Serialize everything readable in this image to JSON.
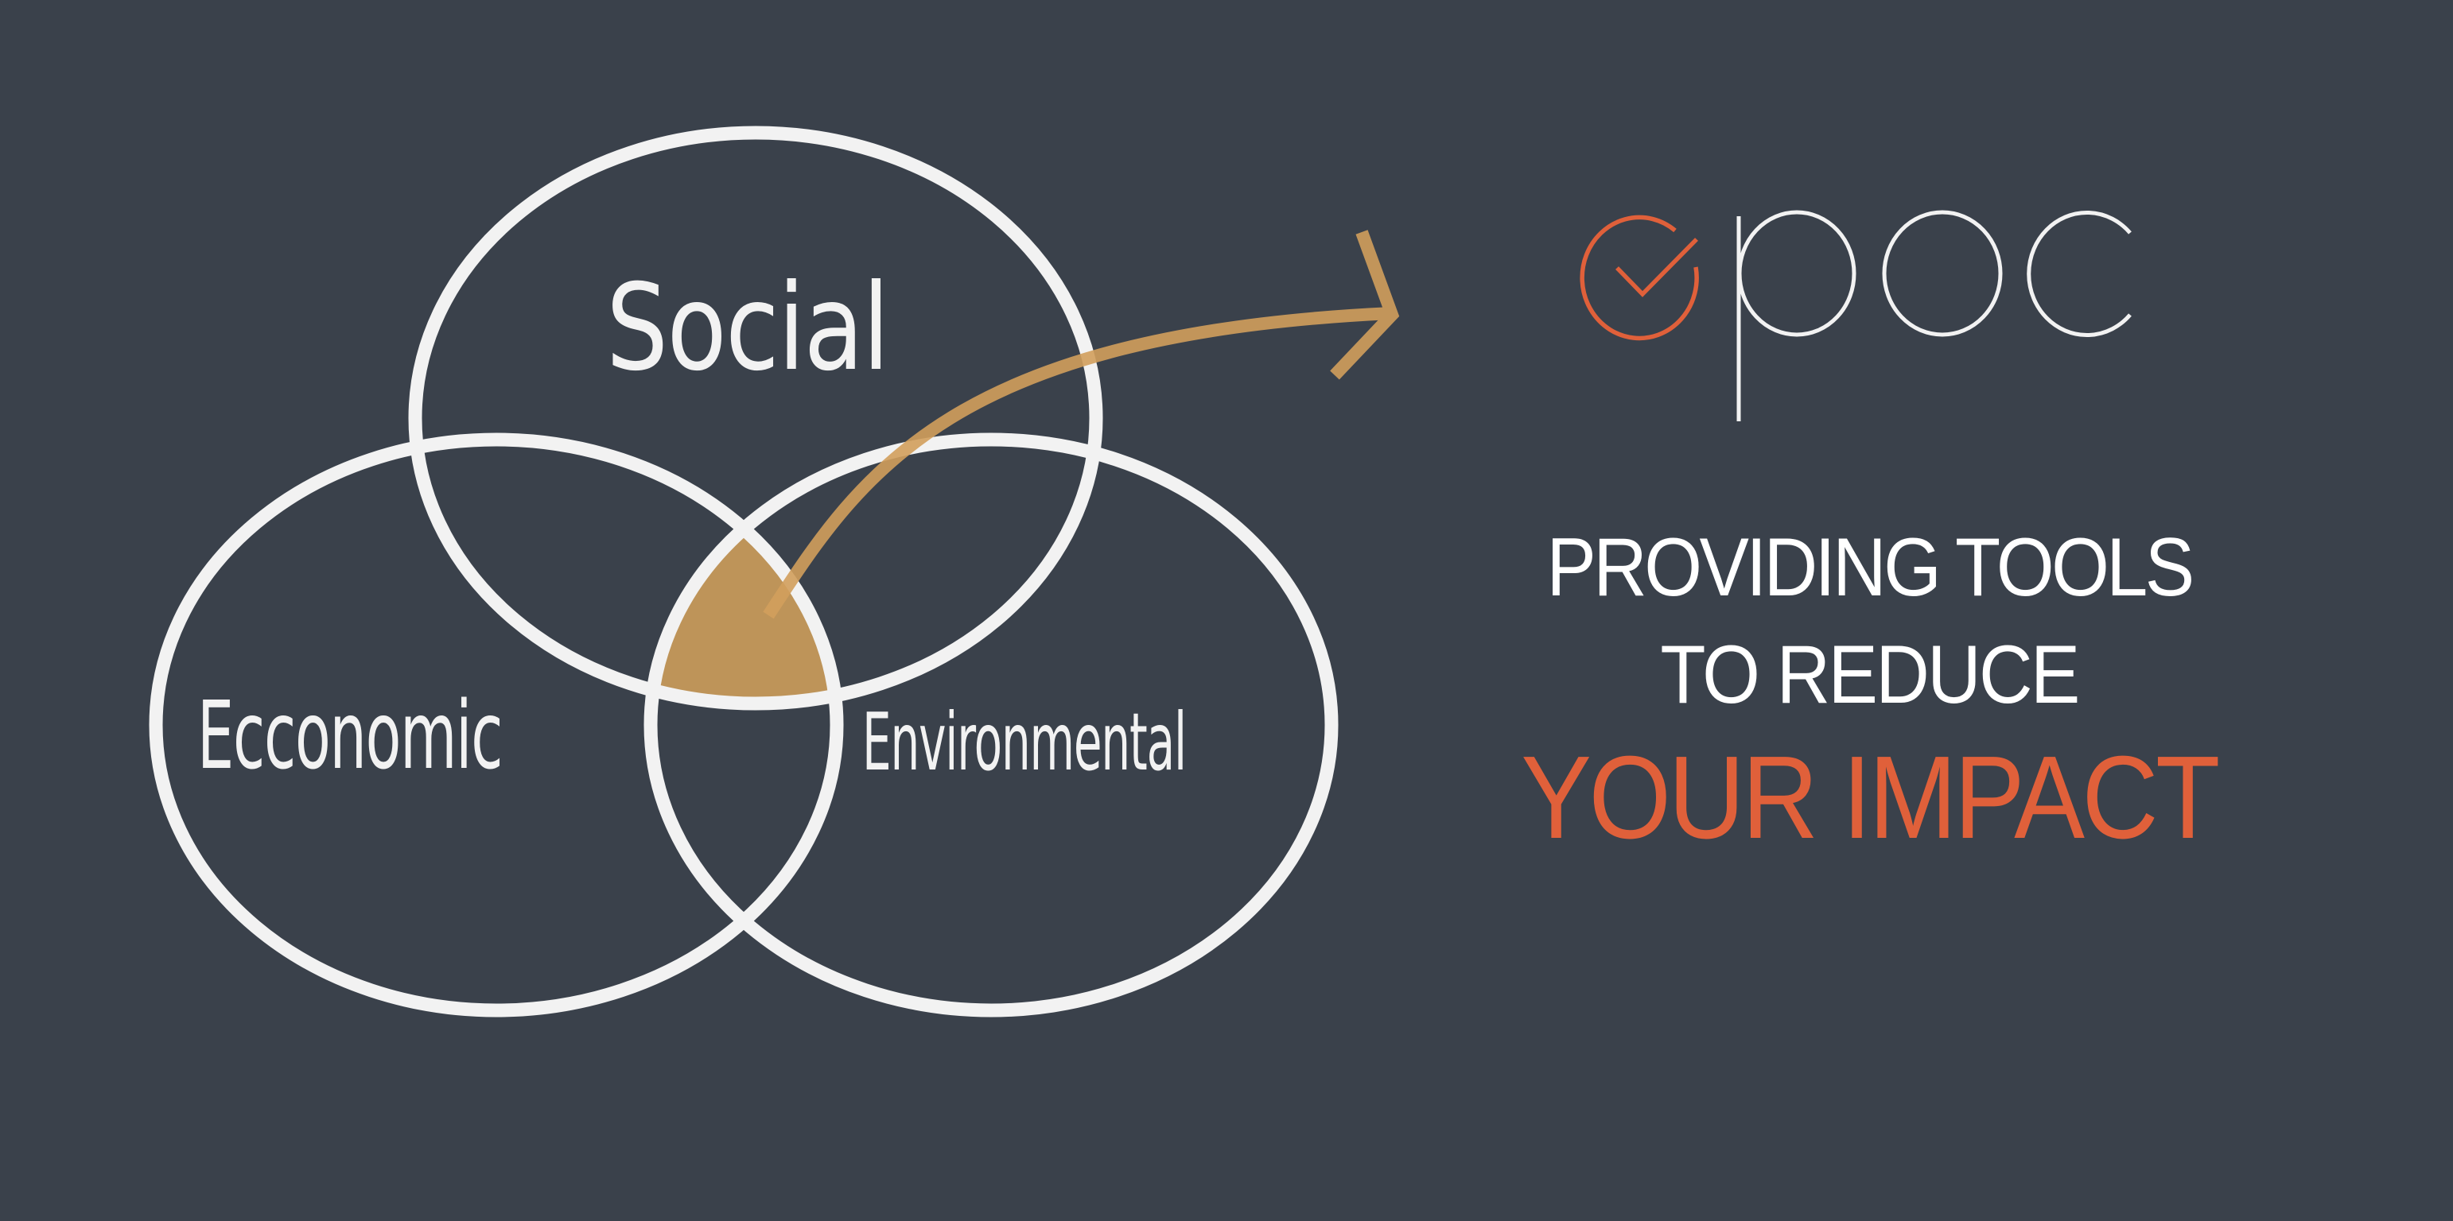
{
  "colors": {
    "background": "#3A414B",
    "venn_stroke": "#F2F2F2",
    "intersection_fill": "#BE9459",
    "arrow": "#C99A58",
    "brand_orange": "#E0603A",
    "text_white": "#FFFFFF"
  },
  "venn": {
    "circles": [
      {
        "label": "Social",
        "position": "top"
      },
      {
        "label": "Ecconomic",
        "position": "bottom-left"
      },
      {
        "label": "Environmental",
        "position": "bottom-right"
      }
    ],
    "highlight": "center-intersection",
    "arrow_target": "logo"
  },
  "logo": {
    "icon": "check-circle-icon",
    "wordmark": "epoc",
    "wordmark_visible_letters": "poc"
  },
  "tagline": {
    "line1": "PROVIDING TOOLS",
    "line2": "TO REDUCE",
    "line3": "YOUR IMPACT"
  }
}
